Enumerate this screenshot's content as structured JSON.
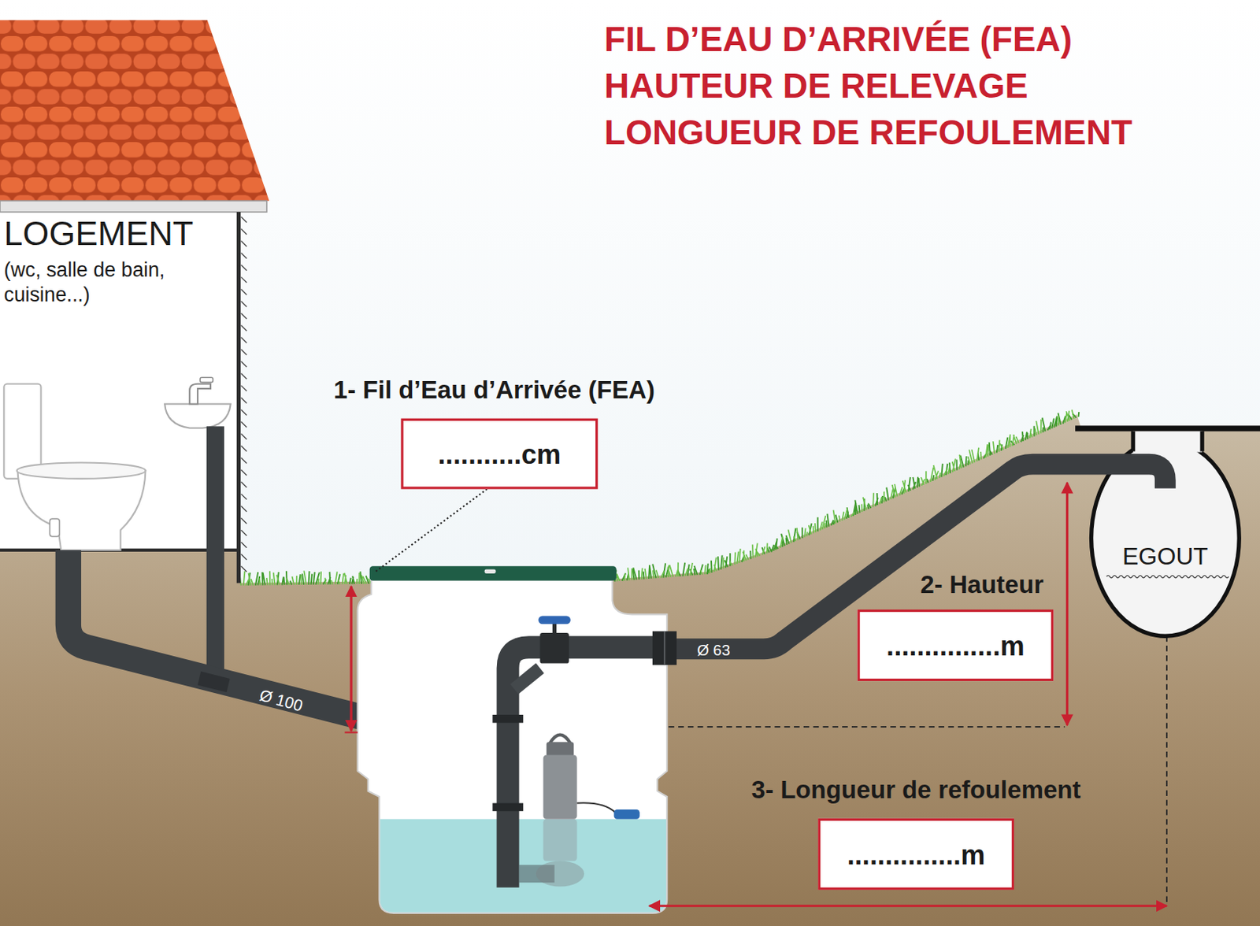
{
  "diagram": {
    "title": "FIL D’EAU D’ARRIVÉE (FEA) HAUTEUR DE RELEVAGE LONGUEUR DE REFOULEMENT",
    "nodes": [
      {
        "text": [
          "LOGEMENT",
          "(wc, salle de bain, cuisine...)"
        ]
      },
      {
        "text": [
          "1- Fil d’Eau d’Arrivée (FEA)",
          "...........cm"
        ]
      },
      {
        "text": [
          "EGOUT"
        ]
      },
      {
        "text": [
          "2- Hauteur",
          "...............m"
        ]
      },
      {
        "text": [
          "3- Longueur de refoulement",
          "...............m"
        ]
      }
    ],
    "labels": [
      "Ø 100",
      "Ø 63"
    ]
  }
}
